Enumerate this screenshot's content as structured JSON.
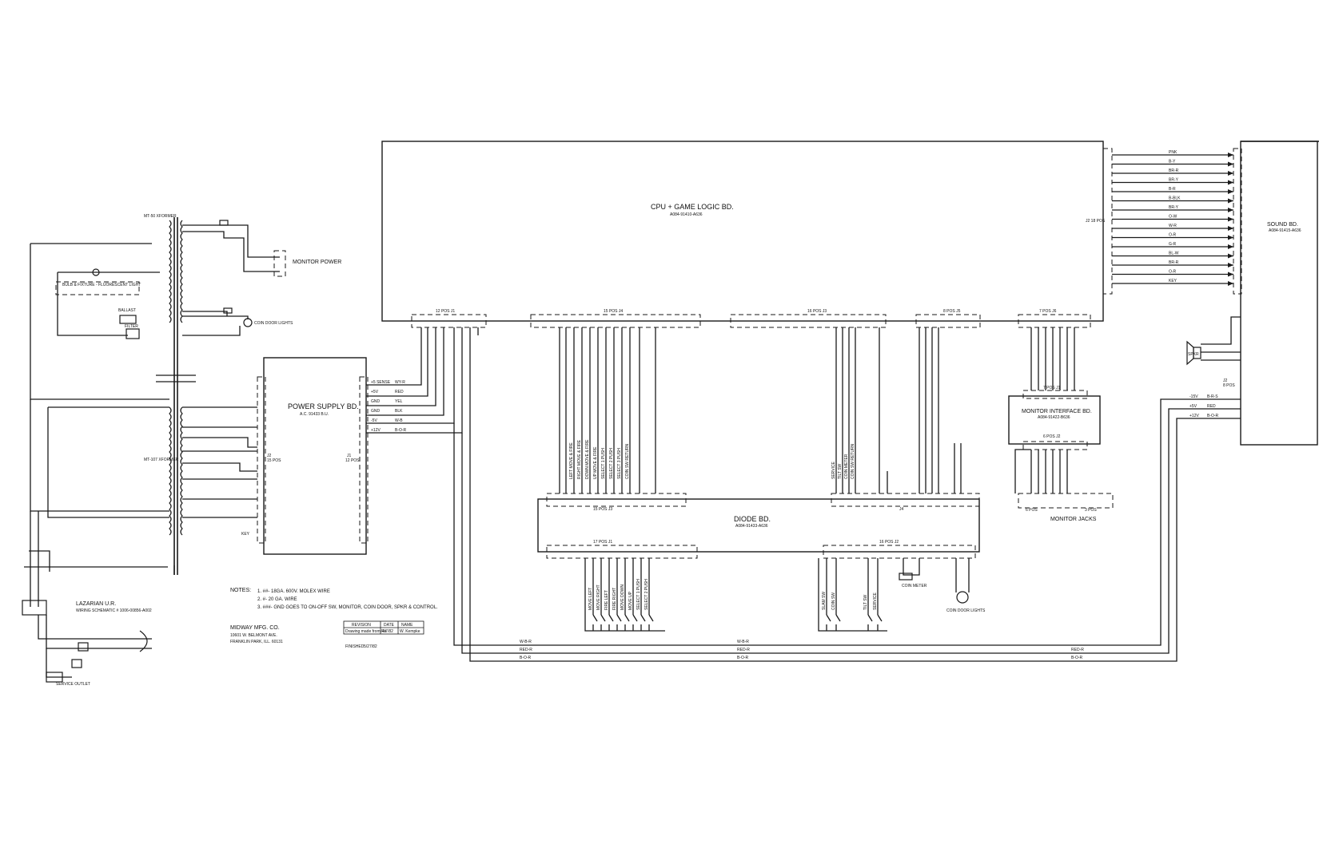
{
  "boards": {
    "cpu": {
      "title": "CPU + GAME LOGIC BD.",
      "part": "A084-91410-A636"
    },
    "sound": {
      "title": "SOUND BD.",
      "part": "A084-91415-A636",
      "connector": "J2",
      "connector_pos": "8 POS"
    },
    "power": {
      "title": "POWER SUPPLY BD.",
      "part": "A.C. 91433 B.U.",
      "j1": "J1",
      "j1_pos": "12 POS",
      "j2": "J2",
      "j2_pos": "15 POS"
    },
    "diode": {
      "title": "DIODE BD.",
      "part": "A084-91433-A636"
    },
    "monitor_interface": {
      "title": "MONITOR INTERFACE BD.",
      "part": "A084-91422-B636"
    }
  },
  "labels": {
    "monitor_power": "MONITOR POWER",
    "monitor_jacks": "MONITOR JACKS",
    "xformer_top": "MT-50 XFORMER",
    "xformer_bottom": "MT-107 XFORMER",
    "fluorescent": "BULB & FIXTURE - FLUORESCENT LIGHT",
    "ballast": "BALLAST",
    "filter": "FILTER",
    "coin_door_lights": "COIN DOOR LIGHTS",
    "coin_door_lights_2": "COIN DOOR LIGHTS",
    "coin_meter": "COIN METER",
    "service_outlet": "SERVICE OUTLET",
    "speaker": "SPKR",
    "key": "KEY"
  },
  "title_block": {
    "game": "LAZARIAN U.R.",
    "schematic": "WIRING SCHEMATIC # 1006-00856-A002",
    "notes_heading": "NOTES:",
    "notes": [
      "1. ##- 18GA. 600V. MOLEX WIRE",
      "2. #- 20 GA. WIRE",
      "3. ###- GND GOES TO ON-OFF SW, MONITOR, COIN DOOR, SPKR & CONTROL."
    ],
    "company": "MIDWAY MFG. CO.",
    "address1": "10601 W. BELMONT AVE.",
    "address2": "FRANKLIN PARK, ILL. 60131",
    "revision_header": [
      "REVISION",
      "DATE",
      "NAME"
    ],
    "revision_row": [
      "Drawing made from Ra",
      "4/7/82",
      "W. Kempke"
    ],
    "finished": "FINISHED",
    "finished_date": "5/27/82"
  },
  "connectors": {
    "cpu_j1": "12 POS J1",
    "cpu_j4": "15 POS J4",
    "cpu_j3": "16 POS J3",
    "cpu_j5": "8 POS J5",
    "cpu_j6": "7 POS J6",
    "cpu_j2": "J2 18 POS",
    "diode_j3": "15 POS J3",
    "diode_j4": "J4",
    "diode_j1": "17 POS J1",
    "diode_j2": "16 POS J2",
    "mi_j1": "7 POS J1",
    "mi_j2": "6 POS J2",
    "mj_left": "6 POS",
    "mj_right": "3 POS"
  },
  "power_outputs": [
    "+5 SENSE",
    "+5V",
    "GND",
    "GND",
    "-5V",
    "+12V"
  ],
  "power_output_wires": [
    "WY-R",
    "RED",
    "YEL",
    "BLK",
    "W-B",
    "B-O-R"
  ],
  "sound_power": [
    "-15V",
    "+5V",
    "+12V"
  ],
  "sound_power_wires": [
    "B-R-S",
    "RED",
    "B-O-R"
  ],
  "bus_wires": [
    "W-B-R",
    "RED-R",
    "B-O-R"
  ],
  "diode_inputs_left": [
    "LEFT MOVE & FIRE",
    "RIGHT MOVE & FIRE",
    "DOWN MOVE & FIRE",
    "UP MOVE & FIRE",
    "SELECT 1 PUSH",
    "SELECT 2 PUSH",
    "SELECT 3 PUSH",
    "COIN SW RETURN"
  ],
  "diode_inputs_right": [
    "SERVICE",
    "TILT SW",
    "COIN METER",
    "COIN SW RETURN"
  ],
  "switches_left": [
    "MOVE LEFT",
    "MOVE RIGHT",
    "FIRE LEFT",
    "FIRE RIGHT",
    "MOVE DOWN",
    "MOVE UP",
    "SELECT 1 PUSH",
    "SELECT 2 PUSH"
  ],
  "switches_right": [
    "SLAM SW",
    "COIN SW",
    "TILT SW",
    "SERVICE"
  ],
  "sound_wires": [
    "PNK",
    "B-Y",
    "BR-R",
    "BR-Y",
    "B-R",
    "B-BLK",
    "BR-Y",
    "O-W",
    "W-R",
    "O-R",
    "G-R",
    "BL-W",
    "BR-R",
    "O-R",
    "KEY"
  ],
  "colors": {
    "ink": "#1a1a1a",
    "paper": "#ffffff"
  }
}
